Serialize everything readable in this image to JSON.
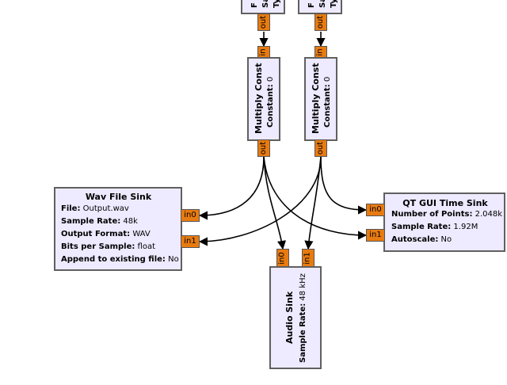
{
  "top_block_left": {
    "lines": [
      "F",
      "Sa",
      "Ty"
    ]
  },
  "top_block_right": {
    "lines": [
      "F",
      "Sa",
      "Ty"
    ]
  },
  "ports": {
    "out": "out",
    "in": "in",
    "in0": "in0",
    "in1": "in1"
  },
  "multiply_const_left": {
    "title": "Multiply Const",
    "param_label": "Constant:",
    "param_value": "0"
  },
  "multiply_const_right": {
    "title": "Multiply Const",
    "param_label": "Constant:",
    "param_value": "0"
  },
  "wav_file_sink": {
    "title": "Wav File Sink",
    "params": [
      {
        "label": "File:",
        "value": "Output.wav"
      },
      {
        "label": "Sample Rate:",
        "value": "48k"
      },
      {
        "label": "Output Format:",
        "value": "WAV"
      },
      {
        "label": "Bits per Sample:",
        "value": "float"
      },
      {
        "label": "Append to existing file:",
        "value": "No"
      }
    ]
  },
  "qt_gui_time_sink": {
    "title": "QT GUI Time Sink",
    "params": [
      {
        "label": "Number of Points:",
        "value": "2.048k"
      },
      {
        "label": "Sample Rate:",
        "value": "1.92M"
      },
      {
        "label": "Autoscale:",
        "value": "No"
      }
    ]
  },
  "audio_sink": {
    "title": "Audio Sink",
    "param_label": "Sample Rate:",
    "param_value": "48 kHz"
  },
  "colors": {
    "block_bg": "#eeeaff",
    "block_border": "#606060",
    "port": "#e87b10",
    "wire": "#000000"
  }
}
